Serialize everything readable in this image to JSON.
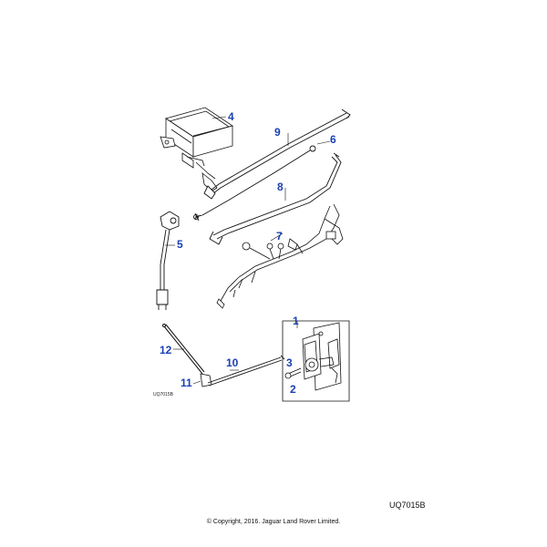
{
  "diagram": {
    "callouts": {
      "c1": "1",
      "c2": "2",
      "c3": "3",
      "c4": "4",
      "c5": "5",
      "c6": "6",
      "c7": "7",
      "c8": "8",
      "c9": "9",
      "c10": "10",
      "c11": "11",
      "c12": "12"
    },
    "small_ref": "UQ7015B",
    "ref_code": "UQ7015B",
    "copyright": "© Copyright, 2016. Jaguar Land Rover Limited.",
    "colors": {
      "callout": "#1a3fb3",
      "line": "#111111"
    }
  }
}
